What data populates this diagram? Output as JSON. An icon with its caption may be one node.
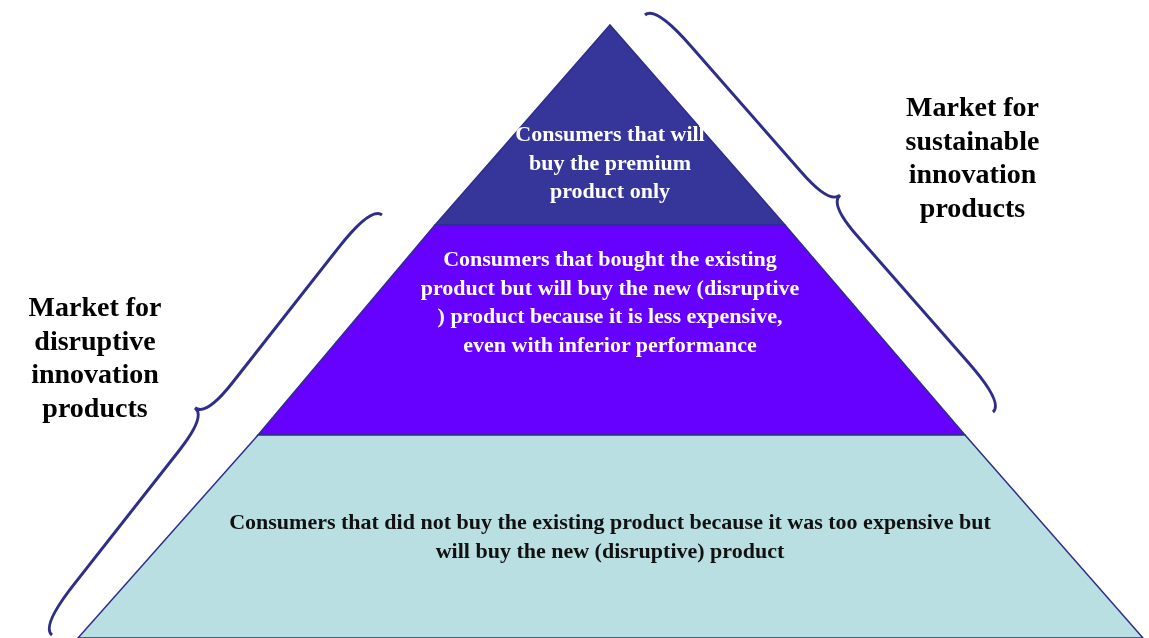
{
  "diagram": {
    "nodes": [
      {
        "text": [
          "Consumers that will buy the premium product only"
        ]
      },
      {
        "text": [
          "Consumers that bought the existing product but will buy the new (disruptive ) product because it is less expensive, even with inferior performance"
        ]
      },
      {
        "text": [
          "Consumers that did not buy the existing product because it was too expensive but will buy the new (disruptive) product"
        ]
      }
    ],
    "labels": [
      "Market for sustainable innovation products",
      "Market for disruptive innovation products"
    ]
  }
}
